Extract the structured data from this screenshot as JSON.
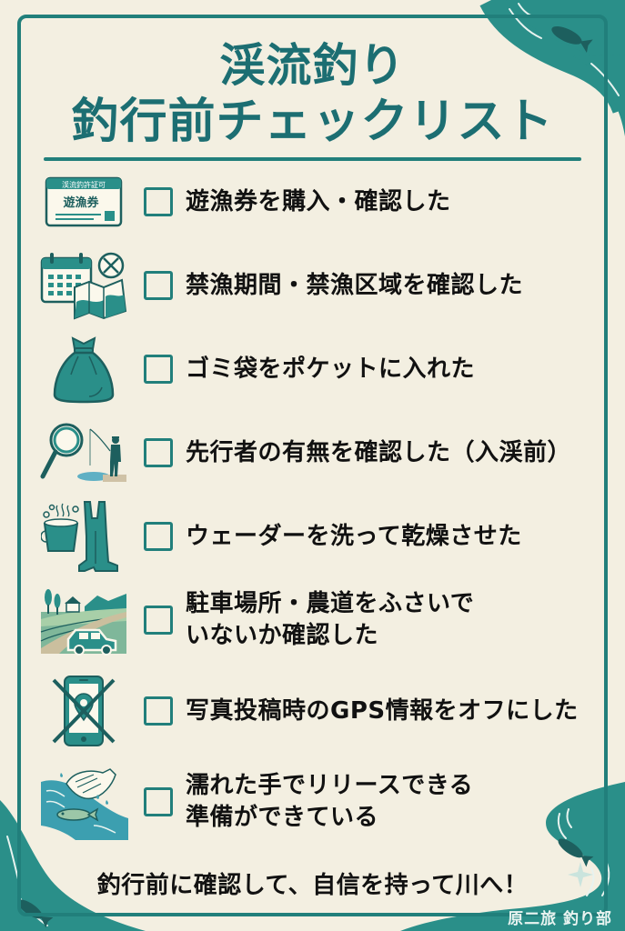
{
  "title": {
    "line1": "渓流釣り",
    "line2": "釣行前チェックリスト"
  },
  "colors": {
    "background": "#f3efe1",
    "accent": "#217f7b",
    "title": "#1c6e72",
    "text": "#111111",
    "river": "#2a8f89",
    "river_dark": "#1d5f5e"
  },
  "checklist": [
    {
      "icon": "fishing-license-icon",
      "icon_text_top": "渓流釣許証可",
      "icon_text_main": "遊漁券",
      "label": "遊漁券を購入・確認した",
      "checked": false
    },
    {
      "icon": "calendar-map-prohibited-icon",
      "label": "禁漁期間・禁漁区域を確認した",
      "checked": false
    },
    {
      "icon": "trash-bag-icon",
      "label": "ゴミ袋をポケットに入れた",
      "checked": false
    },
    {
      "icon": "search-angler-icon",
      "label": "先行者の有無を確認した（入渓前）",
      "checked": false
    },
    {
      "icon": "wash-waders-icon",
      "label": "ウェーダーを洗って乾燥させた",
      "checked": false
    },
    {
      "icon": "parking-farm-road-icon",
      "label_line1": "駐車場所・農道をふさいで",
      "label_line2": "いないか確認した",
      "checked": false
    },
    {
      "icon": "phone-gps-off-icon",
      "label": "写真投稿時のGPS情報をオフにした",
      "checked": false
    },
    {
      "icon": "wet-hands-release-icon",
      "label_line1": "濡れた手でリリースできる",
      "label_line2": "準備ができている",
      "checked": false
    }
  ],
  "footer": {
    "message": "釣行前に確認して、自信を持って川へ！",
    "brand": "原二旅 釣り部"
  }
}
